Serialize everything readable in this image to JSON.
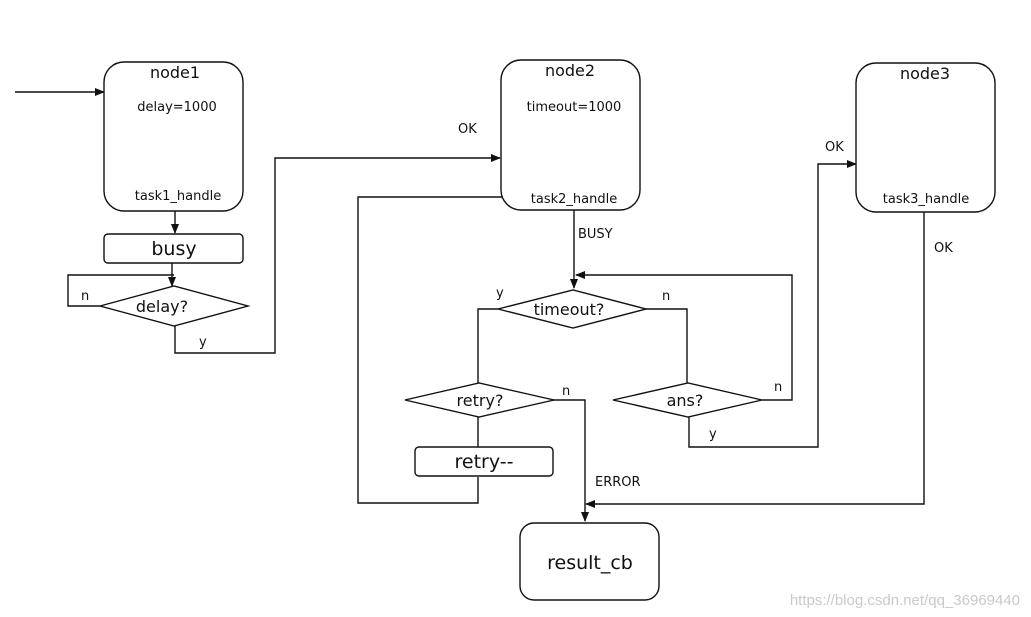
{
  "nodes": {
    "node1": {
      "title": "node1",
      "param": "delay=1000",
      "handler": "task1_handle"
    },
    "node2": {
      "title": "node2",
      "param": "timeout=1000",
      "handler": "task2_handle"
    },
    "node3": {
      "title": "node3",
      "handler": "task3_handle"
    }
  },
  "boxes": {
    "busy": "busy",
    "retry_dec": "retry--",
    "result_cb": "result_cb"
  },
  "decisions": {
    "delay": "delay?",
    "timeout": "timeout?",
    "retry": "retry?",
    "ans": "ans?"
  },
  "edge_labels": {
    "n_delay": "n",
    "y_delay": "y",
    "ok_node2": "OK",
    "busy": "BUSY",
    "y_timeout": "y",
    "n_timeout": "n",
    "n_retry": "n",
    "n_ans": "n",
    "y_ans": "y",
    "ok_node3_in": "OK",
    "ok_node3_out": "OK",
    "error": "ERROR"
  },
  "watermark": "https://blog.csdn.net/qq_36969440"
}
